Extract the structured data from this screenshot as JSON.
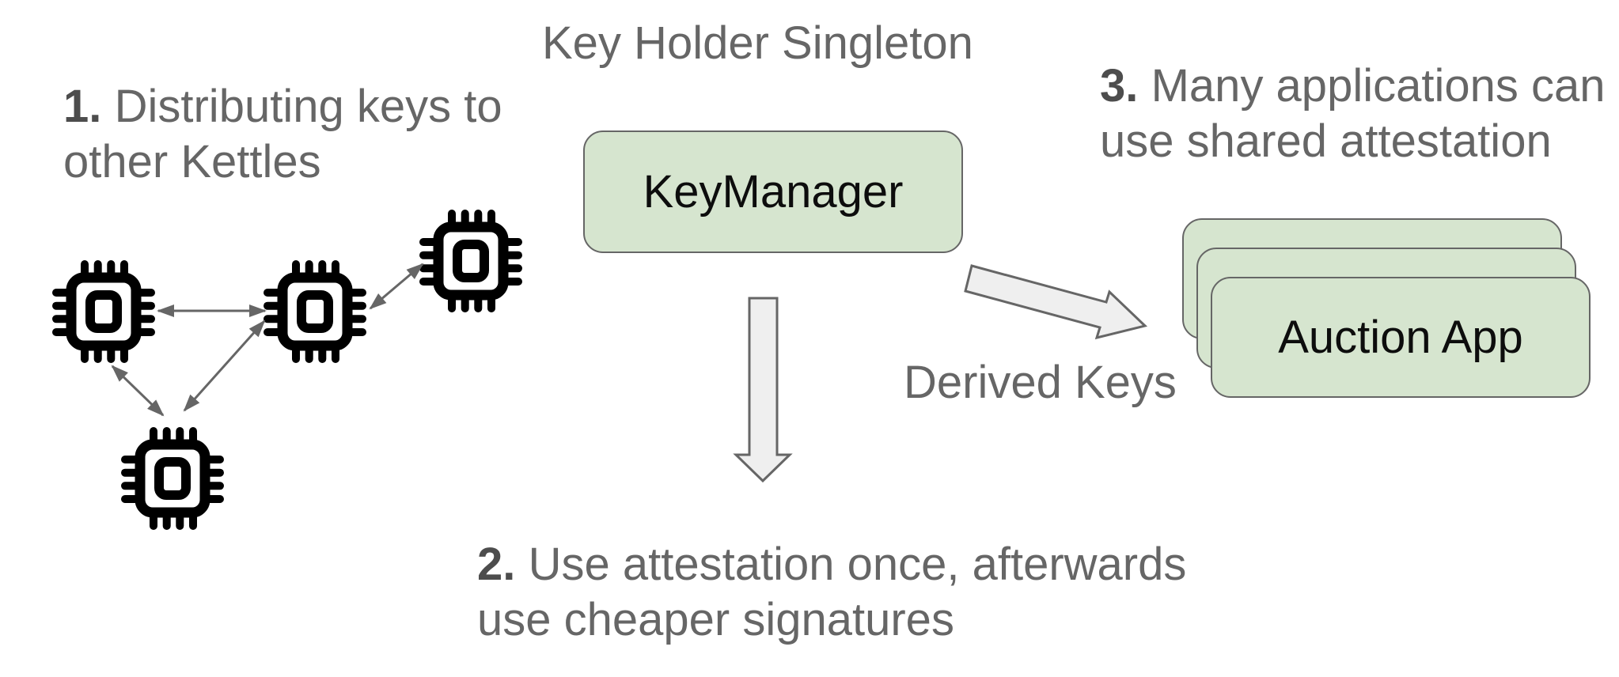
{
  "title": "Key Holder Singleton",
  "notes": {
    "step1": {
      "num": "1.",
      "line1": "Distributing keys to",
      "line2": "other Kettles"
    },
    "step2": {
      "num": "2.",
      "line1": "Use attestation once, afterwards",
      "line2": "use cheaper signatures"
    },
    "step3": {
      "num": "3.",
      "line1": "Many applications can",
      "line2": "use shared attestation"
    }
  },
  "nodes": {
    "key_manager": {
      "label": "KeyManager"
    },
    "auction_app": {
      "label": "Auction App",
      "stack_count": 3
    }
  },
  "arrow_label": "Derived Keys",
  "icons": {
    "chip": "chip-icon",
    "chip_count": 4,
    "down_arrow": "down-block-arrow",
    "diagonal_arrow": "diagonal-block-arrow"
  },
  "colors": {
    "node_fill": "#d6e5cf",
    "node_border": "#666666",
    "text_gray": "#666666",
    "text_bold_gray": "#4d4d4d",
    "node_text": "#0d0d0d",
    "block_arrow_fill": "#efefef",
    "block_arrow_border": "#666666",
    "link_gray": "#666666",
    "chip_black": "#000000",
    "background": "#ffffff"
  }
}
